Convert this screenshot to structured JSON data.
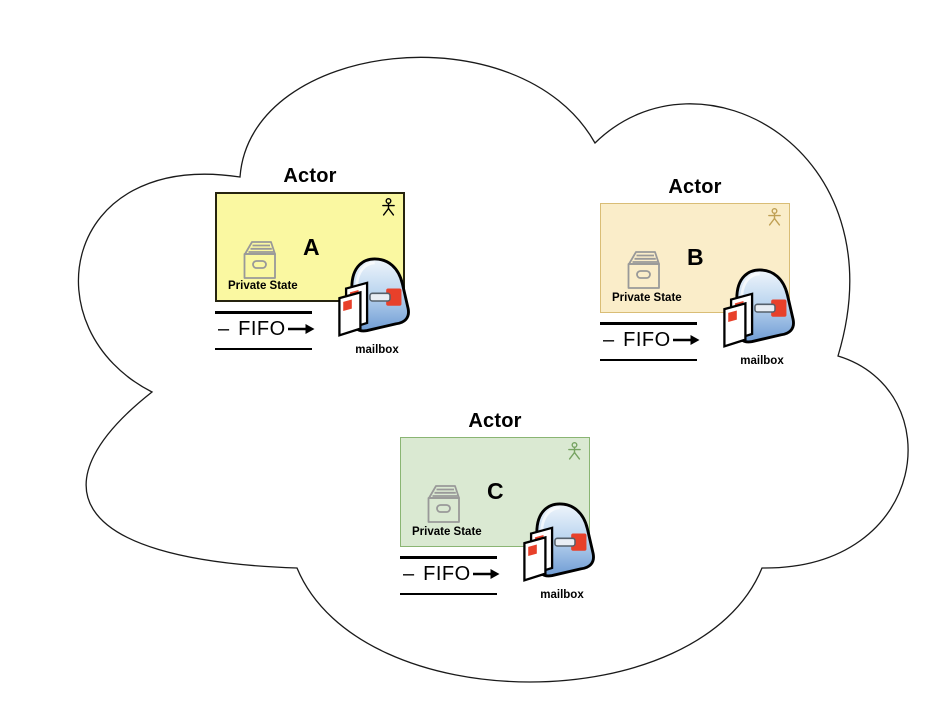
{
  "diagram": {
    "type": "actor-model-cloud-diagram",
    "palette": {
      "background": "#FFFFFF",
      "cloud_stroke": "#1A1A1A",
      "queue_line_black": "#000000",
      "drawer_icon_gray": "#999999",
      "mailbox_blue_light": "#EFF5FB",
      "mailbox_blue_dark": "#6F9CD4",
      "mailbox_red": "#E8402A"
    },
    "icons": {
      "figure": "uml-person-icon",
      "private_state": "file-drawer-icon",
      "mailbox": "mailbox-icon",
      "queue_arrow": "right-arrow-icon"
    },
    "actors": [
      {
        "title": "Actor",
        "letter": "A",
        "private_state_label": "Private State",
        "queue_dash": "–",
        "queue_label": "FIFO",
        "mailbox_label": "mailbox",
        "colors": {
          "box_fill": "#FAF8A1",
          "box_border": "#26240F",
          "figure": "#000000"
        }
      },
      {
        "title": "Actor",
        "letter": "B",
        "private_state_label": "Private State",
        "queue_dash": "–",
        "queue_label": "FIFO",
        "mailbox_label": "mailbox",
        "colors": {
          "box_fill": "#FAEDC9",
          "box_border": "#D9BD76",
          "figure": "#BFA054"
        }
      },
      {
        "title": "Actor",
        "letter": "C",
        "private_state_label": "Private State",
        "queue_dash": "–",
        "queue_label": "FIFO",
        "mailbox_label": "mailbox",
        "colors": {
          "box_fill": "#DAE9D2",
          "box_border": "#8AB573",
          "figure": "#76A361"
        }
      }
    ]
  }
}
